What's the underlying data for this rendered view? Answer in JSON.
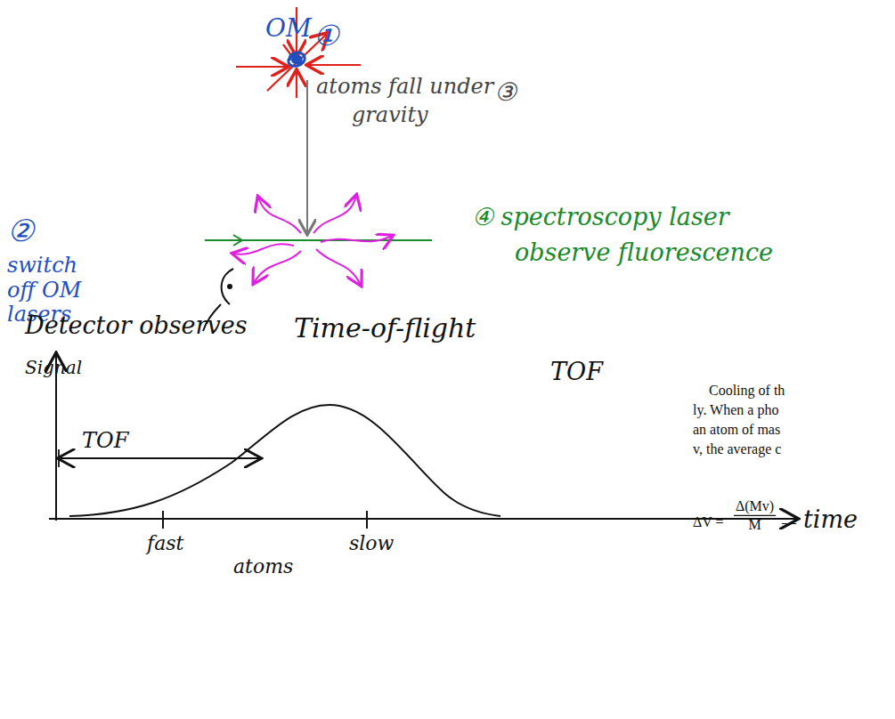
{
  "diagram": {
    "labels": [
      "OM",
      "①",
      "atoms fall under",
      "③",
      "gravity",
      "②",
      "switch off OM lasers",
      "④ spectroscopy laser",
      "observe fluorescence",
      "Detector observes",
      "Time-of-flight",
      "TOF",
      "Signal",
      "TOF",
      "time",
      "fast",
      "slow",
      "atoms",
      "Cooling of th",
      "ly. When a pho",
      "an atom of mas",
      "v, the average c",
      "ΔV =",
      "Δ(Mv)",
      "M",
      "—"
    ]
  }
}
